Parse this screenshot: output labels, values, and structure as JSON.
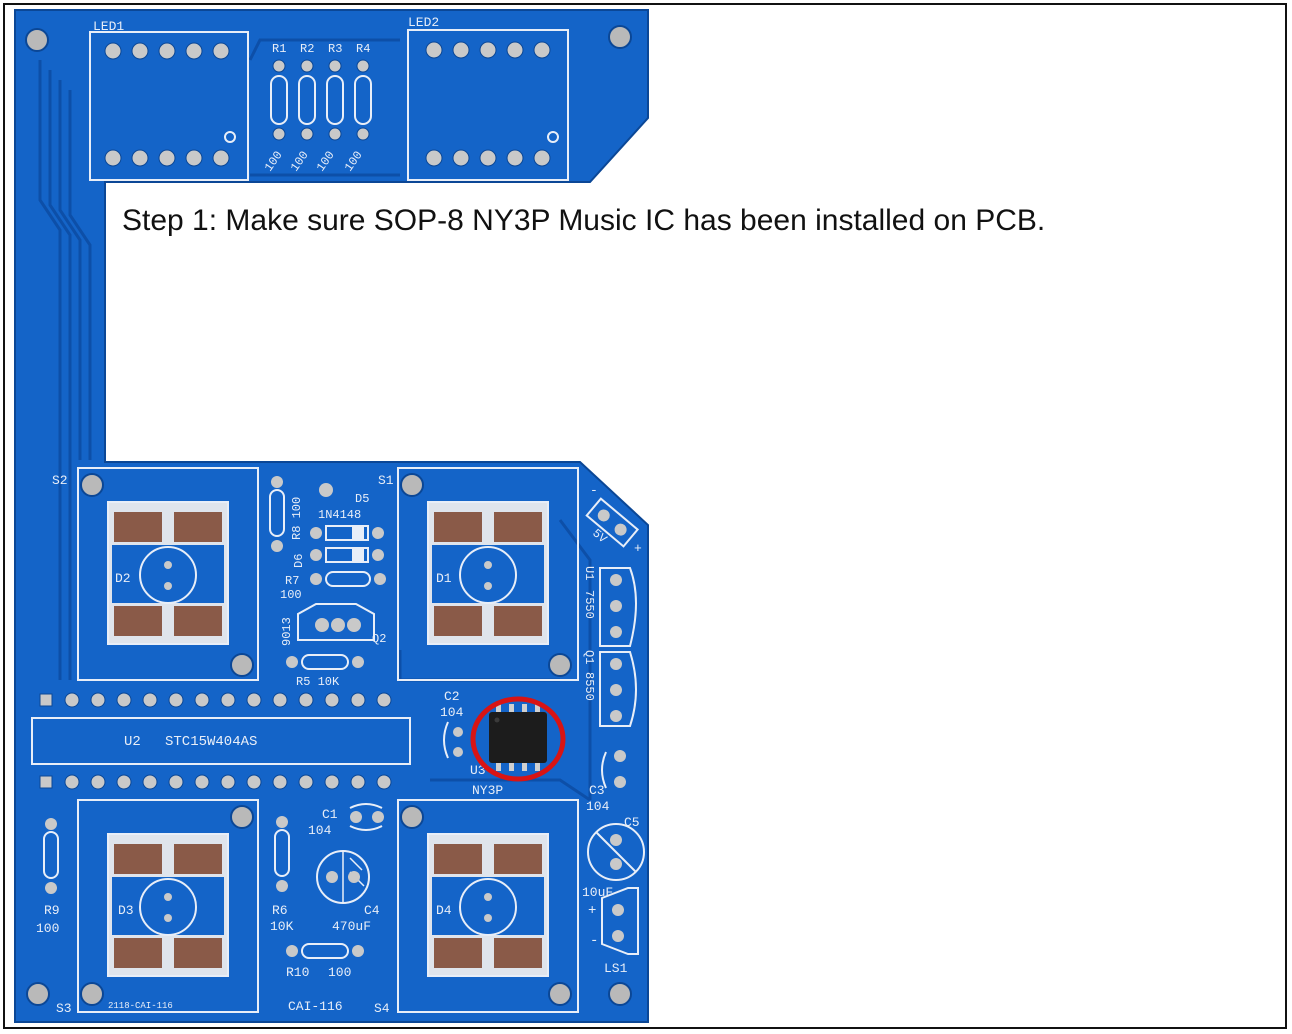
{
  "caption": "Step 1: Make sure SOP-8 NY3P Music IC has been installed on PCB.",
  "colors": {
    "board": "#1464c8",
    "board_dark": "#0d4fa8",
    "silk": "#e8eef8",
    "pad": "#c9c9c9",
    "pad_copper": "#8a5a48",
    "ic_body": "#1c1c1c",
    "highlight": "#d81414"
  },
  "silkscreen": {
    "led1": "LED1",
    "led2": "LED2",
    "r1": "R1",
    "r2": "R2",
    "r3": "R3",
    "r4": "R4",
    "r_value": "100",
    "s1": "S1",
    "s2": "S2",
    "s3": "S3",
    "s4": "S4",
    "d1": "D1",
    "d2": "D2",
    "d3": "D3",
    "d4": "D4",
    "d5": "D5",
    "d5_part": "1N4148",
    "d6": "D6",
    "r8": "R8 100",
    "r7": "R7",
    "r7_value": "100",
    "q2_part": "9013",
    "q2": "Q2",
    "r5": "R5 10K",
    "u1": "U1",
    "u1_part": "7550",
    "q1": "Q1",
    "q1_part": "8550",
    "power": "5V",
    "plus": "+",
    "minus": "-",
    "c2": "C2",
    "c2_value": "104",
    "u2": "U2",
    "u2_part": "STC15W404AS",
    "u3": "U3",
    "u3_part": "NY3P",
    "c3": "C3",
    "c3_value": "104",
    "c5": "C5",
    "c5_value": "10uF",
    "c1": "C1",
    "c1_value": "104",
    "c4": "C4",
    "c4_value": "470uF",
    "r6": "R6",
    "r6_value": "10K",
    "r9": "R9",
    "r9_value": "100",
    "r10": "R10",
    "r10_value": "100",
    "ls1": "LS1",
    "board_code": "CAI-116",
    "board_code_small": "2118-CAI-116"
  }
}
